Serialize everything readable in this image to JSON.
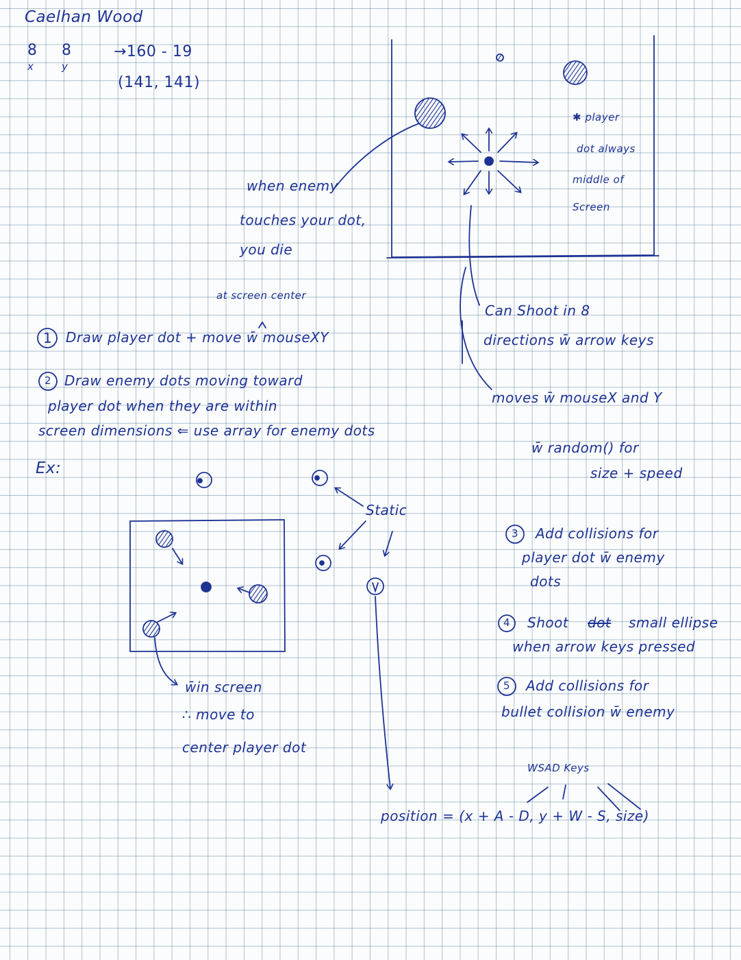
{
  "header": {
    "name": "Caelhan Wood",
    "x_val": "8",
    "y_val": "8",
    "x_label": "x",
    "y_label": "y",
    "calc": "→160 - 19",
    "coords": "(141, 141)"
  },
  "top_sketch": {
    "enemy_note": [
      "when enemy",
      "touches your dot,",
      "you die"
    ],
    "player_note": [
      "✱ player",
      "dot always",
      "middle of",
      "Screen"
    ],
    "shoot_note": [
      "Can Shoot in 8",
      "directions w̄ arrow keys"
    ],
    "moves_note": "moves w̄ mouseX and Y"
  },
  "steps": {
    "step1_marker": "1",
    "step1_annotation": "at screen center",
    "step1": "Draw player dot + move w̄ mouseXY",
    "step2_marker": "2",
    "step2_lines": [
      "Draw enemy dots moving toward",
      "player dot when they are within",
      "screen dimensions ⇐ use array for enemy dots"
    ],
    "random_note": [
      "w̄ random() for",
      "size + speed"
    ],
    "ex_label": "Ex:",
    "static_label": "Static",
    "win_screen_note": [
      "w̄in screen",
      "∴ move to",
      "center player dot"
    ],
    "step3_marker": "3",
    "step3_lines": [
      "Add collisions for",
      "player dot w̄ enemy",
      "dots"
    ],
    "step4_marker": "4",
    "step4_parts": [
      "Shoot",
      "dot",
      "small ellipse"
    ],
    "step4_line2": "when arrow keys pressed",
    "step5_marker": "5",
    "step5_lines": [
      "Add collisions for",
      "bullet collision w̄ enemy"
    ]
  },
  "formula": {
    "keys_label": "WSAD Keys",
    "position": "position = (x + A - D, y + W - S, size)"
  },
  "ink_color": "#1d3394"
}
